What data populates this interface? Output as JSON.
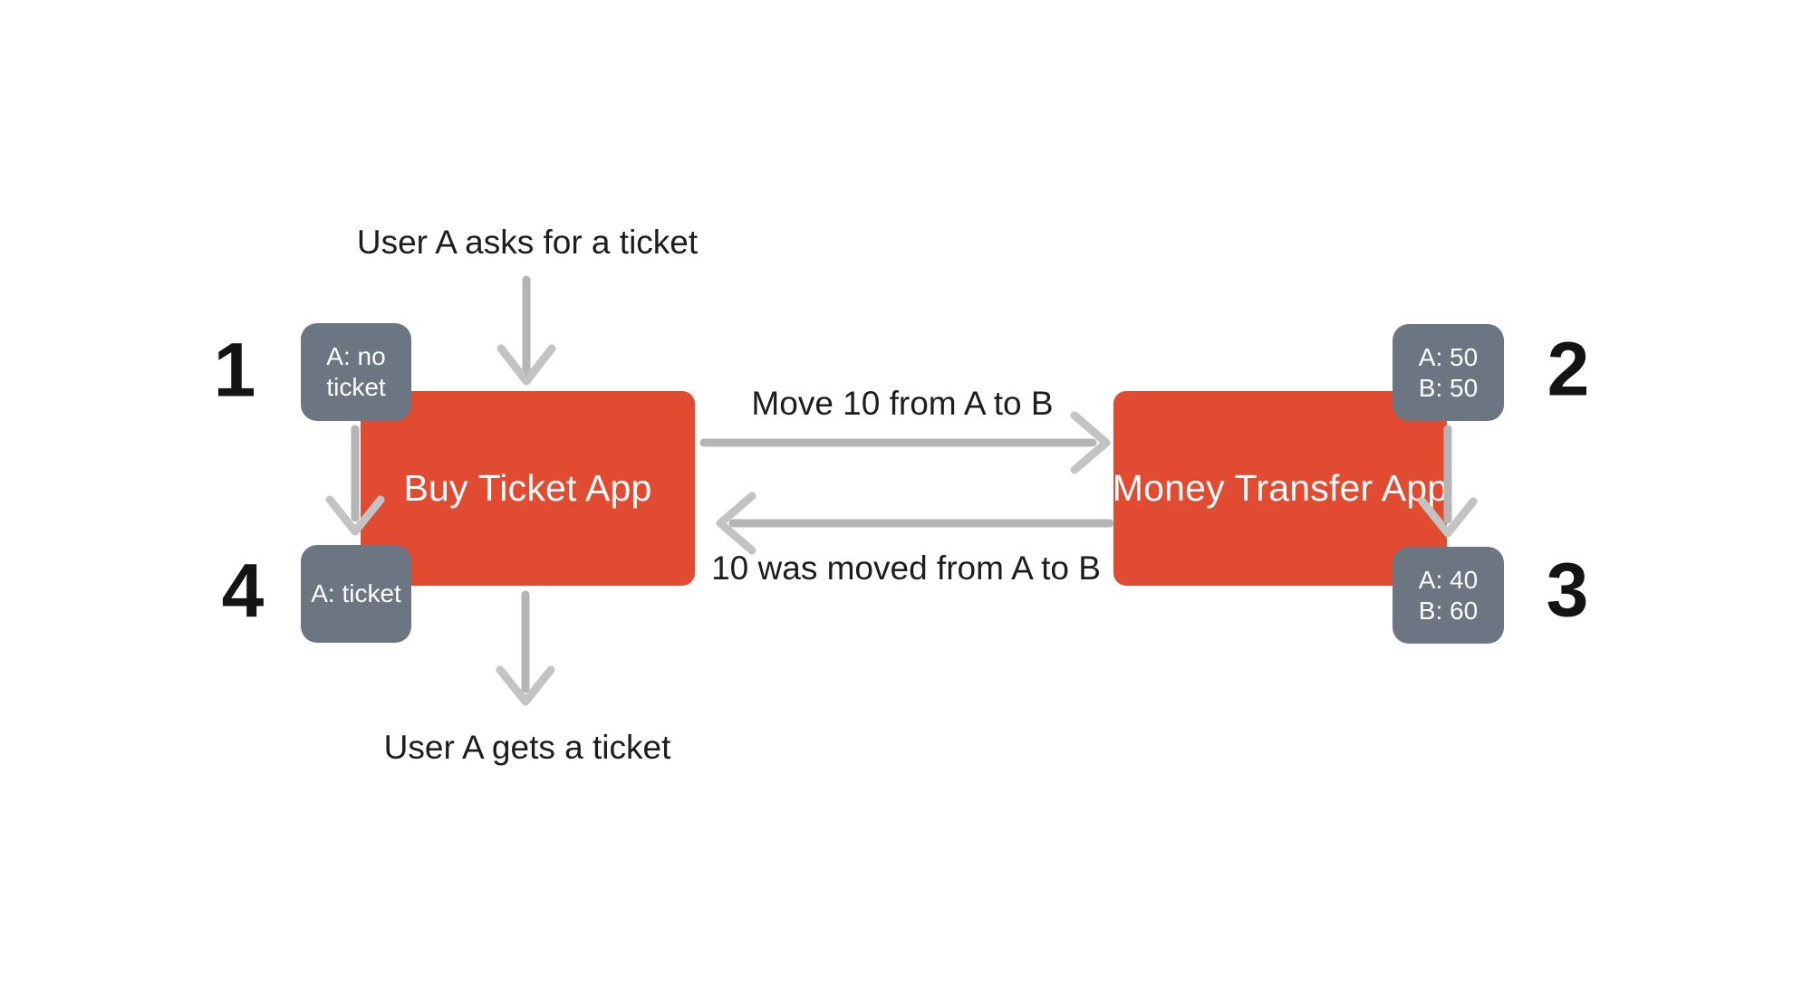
{
  "colors": {
    "app_box_red": "#e04b31",
    "state_badge_slate": "#6b7682",
    "arrow_gray": "#b5b5b5",
    "label_text": "#1d1d1f",
    "badge_text": "#ffffff",
    "background": "#ffffff"
  },
  "flow_labels": {
    "user_request": "User A asks for a ticket",
    "user_result": "User A gets a ticket",
    "transfer_request": "Move 10 from A to B",
    "transfer_response": "10 was moved from A to B"
  },
  "apps": {
    "buy_ticket": {
      "title": "Buy Ticket App"
    },
    "money_transfer": {
      "title": "Money Transfer App"
    }
  },
  "steps": {
    "step1": {
      "number": "1",
      "lines": [
        "A: no",
        "ticket"
      ]
    },
    "step2": {
      "number": "2",
      "lines": [
        "A: 50",
        "B: 50"
      ]
    },
    "step3": {
      "number": "3",
      "lines": [
        "A: 40",
        "B: 60"
      ]
    },
    "step4": {
      "number": "4",
      "lines": [
        "A: ticket"
      ]
    }
  }
}
